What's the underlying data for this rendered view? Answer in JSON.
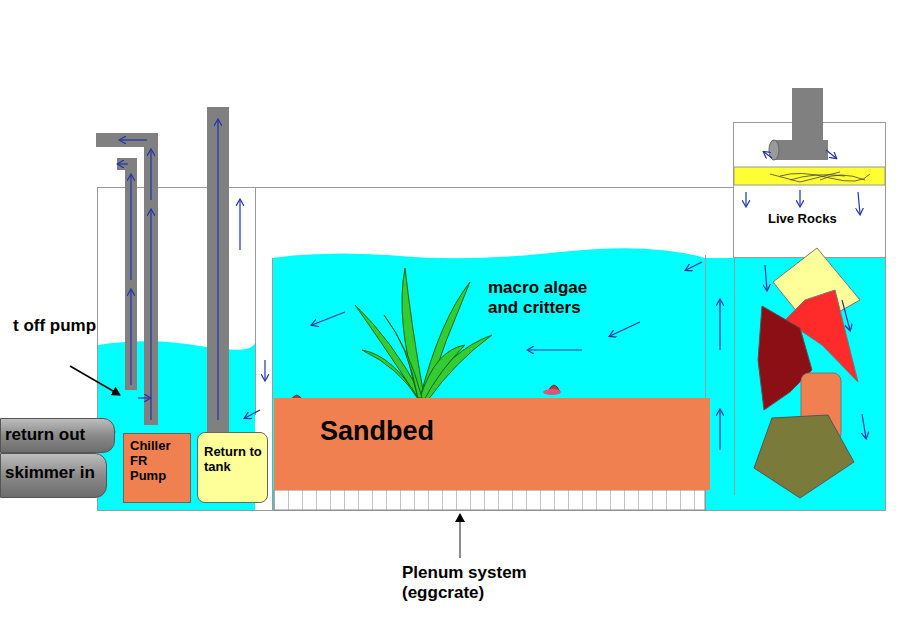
{
  "diagram": {
    "nodes": [
      {
        "text": [
          "return out"
        ]
      },
      {
        "text": [
          "skimmer in"
        ]
      },
      {
        "text": [
          "Chiller FR Pump"
        ]
      },
      {
        "text": [
          "Return to tank"
        ]
      },
      {
        "text": [
          "Sandbed"
        ]
      }
    ],
    "labels": [
      "t off pump",
      "macro algae and critters",
      "Live Rocks",
      "Plenum system (eggcrate)"
    ]
  }
}
